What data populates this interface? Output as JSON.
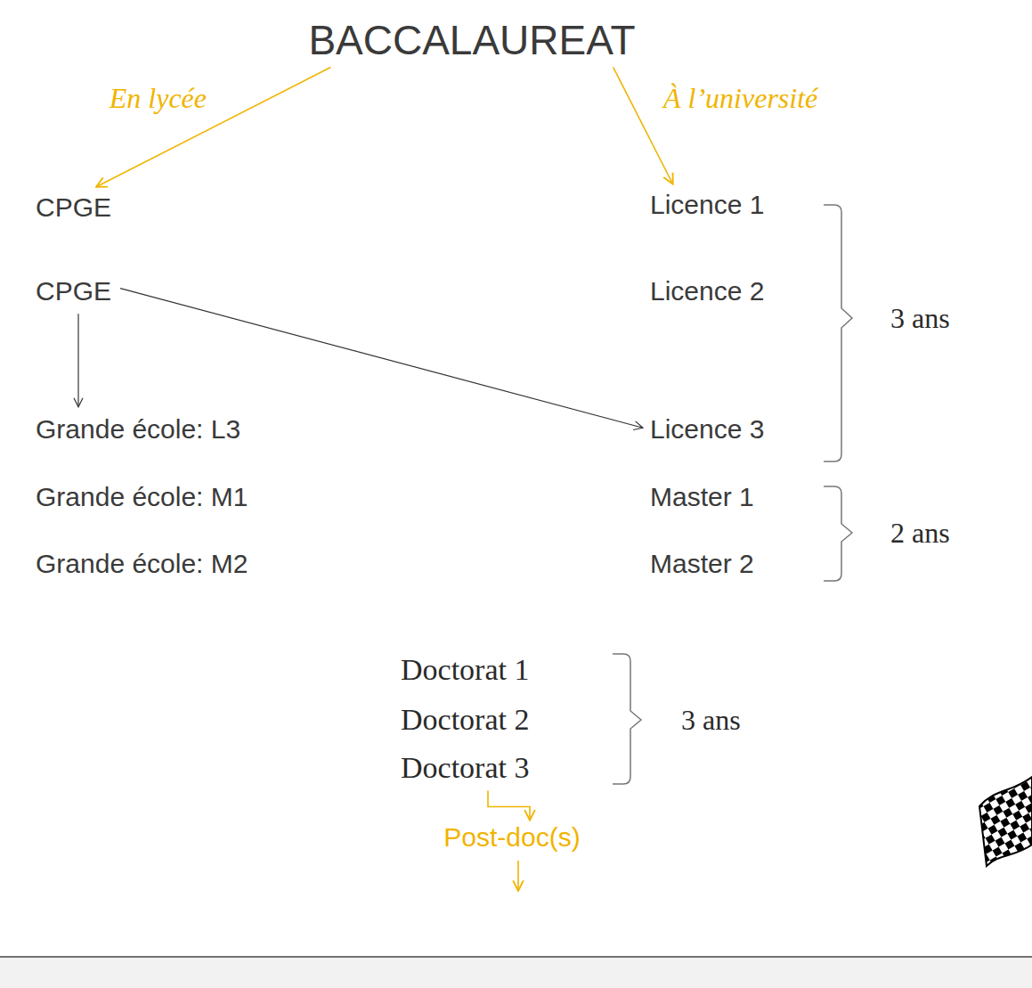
{
  "diagram": {
    "nodes": [
      {
        "text": [
          "BACCALAUREAT"
        ]
      },
      {
        "text": [
          "CPGE"
        ]
      },
      {
        "text": [
          "Licence 1"
        ]
      },
      {
        "text": [
          "CPGE"
        ]
      },
      {
        "text": [
          "Licence 2"
        ]
      },
      {
        "text": [
          "Grande école: L3"
        ]
      },
      {
        "text": [
          "Licence 3"
        ]
      },
      {
        "text": [
          "Grande école: M1"
        ]
      },
      {
        "text": [
          "Master 1"
        ]
      },
      {
        "text": [
          "Grande école: M2"
        ]
      },
      {
        "text": [
          "Master 2"
        ]
      },
      {
        "text": [
          "Doctorat 1"
        ]
      },
      {
        "text": [
          "Doctorat 2"
        ]
      },
      {
        "text": [
          "Doctorat 3"
        ]
      },
      {
        "text": [
          "Post-doc(s)"
        ]
      }
    ],
    "edges": [
      {
        "from": 0,
        "to": 1,
        "label": "En lycée",
        "arrow": "to"
      },
      {
        "from": 0,
        "to": 2,
        "label": "À l’université",
        "arrow": "to"
      },
      {
        "from": 3,
        "to": 5,
        "arrow": "to"
      },
      {
        "from": 3,
        "to": 6,
        "arrow": "to"
      },
      {
        "from": 13,
        "to": 14,
        "arrow": "to"
      }
    ],
    "labels": [
      "3 ans",
      "2 ans",
      "3 ans"
    ]
  }
}
